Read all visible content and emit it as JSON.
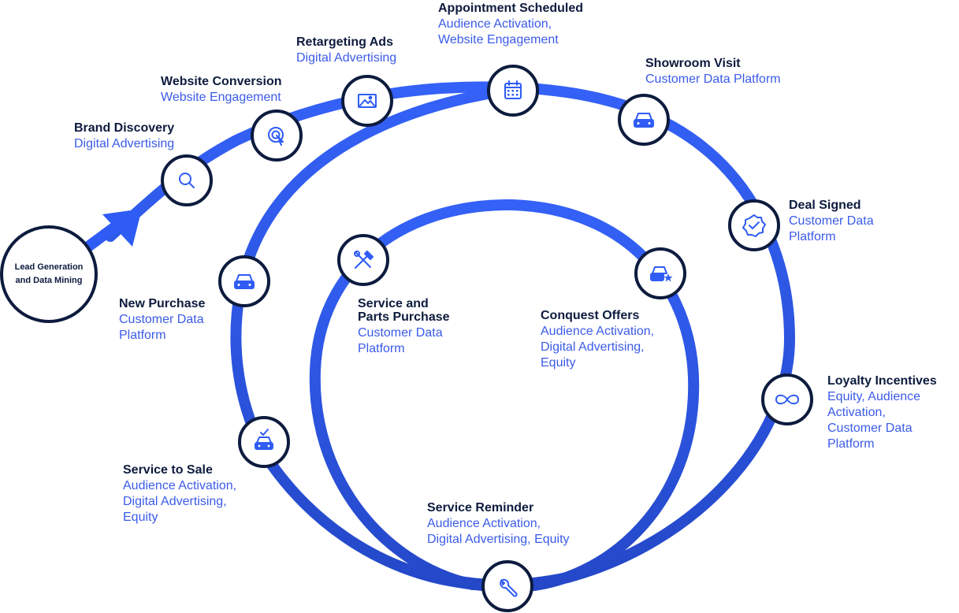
{
  "start": {
    "line1": "Lead Generation",
    "line2": "and Data Mining"
  },
  "colors": {
    "accent": "#2f5cf5",
    "node_stroke": "#0d1b3e",
    "title": "#0d1b3e",
    "sub": "#3b5be8"
  },
  "steps": [
    {
      "id": "brand-discovery",
      "title": "Brand Discovery",
      "sub": [
        "Digital Advertising"
      ],
      "icon": "search-icon"
    },
    {
      "id": "website-conversion",
      "title": "Website Conversion",
      "sub": [
        "Website Engagement"
      ],
      "icon": "cursor-click-icon"
    },
    {
      "id": "retargeting-ads",
      "title": "Retargeting Ads",
      "sub": [
        "Digital Advertising"
      ],
      "icon": "image-icon"
    },
    {
      "id": "appointment-scheduled",
      "title": "Appointment Scheduled",
      "sub": [
        "Audience Activation,",
        "Website Engagement"
      ],
      "icon": "calendar-icon"
    },
    {
      "id": "showroom-visit",
      "title": "Showroom Visit",
      "sub": [
        "Customer Data Platform"
      ],
      "icon": "car-icon"
    },
    {
      "id": "deal-signed",
      "title": "Deal Signed",
      "sub": [
        "Customer Data",
        "Platform"
      ],
      "icon": "verified-badge-icon"
    },
    {
      "id": "loyalty-incentives",
      "title": "Loyalty Incentives",
      "sub": [
        "Equity, Audience",
        "Activation,",
        "Customer Data",
        "Platform"
      ],
      "icon": "infinity-icon"
    },
    {
      "id": "service-reminder",
      "title": "Service Reminder",
      "sub": [
        "Audience Activation,",
        "Digital Advertising, Equity"
      ],
      "icon": "wrench-icon"
    },
    {
      "id": "service-to-sale",
      "title": "Service to Sale",
      "sub": [
        "Audience Activation,",
        "Digital Advertising,",
        "Equity"
      ],
      "icon": "car-check-icon"
    },
    {
      "id": "new-purchase",
      "title": "New Purchase",
      "sub": [
        "Customer Data",
        "Platform"
      ],
      "icon": "car-icon"
    },
    {
      "id": "service-parts-purchase",
      "title": "Service and Parts Purchase",
      "title_lines": [
        "Service and",
        "Parts Purchase"
      ],
      "sub": [
        "Customer Data",
        "Platform"
      ],
      "icon": "tools-icon"
    },
    {
      "id": "conquest-offers",
      "title": "Conquest Offers",
      "sub": [
        "Audience Activation,",
        "Digital Advertising,",
        "Equity"
      ],
      "icon": "car-star-icon"
    }
  ]
}
